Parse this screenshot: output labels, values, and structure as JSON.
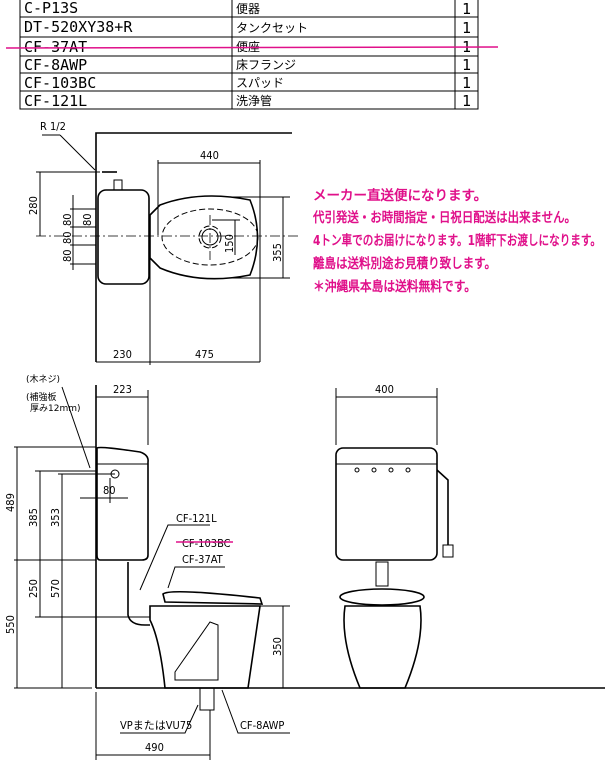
{
  "parts_table": {
    "rows": [
      {
        "code": "C-P13S",
        "name": "便器",
        "qty": "1"
      },
      {
        "code": "DT-520XY38+R",
        "name": "タンクセット",
        "qty": "1"
      },
      {
        "code": "CF-37AT",
        "name": "便座",
        "qty": "1",
        "struck": true
      },
      {
        "code": "CF-8AWP",
        "name": "床フランジ",
        "qty": "1"
      },
      {
        "code": "CF-103BC",
        "name": "スパッド",
        "qty": "1"
      },
      {
        "code": "CF-121L",
        "name": "洗浄管",
        "qty": "1"
      }
    ]
  },
  "notes": {
    "color": "#e0108a",
    "lines": [
      "メーカー直送便になります。",
      "代引発送・お時間指定・日祝日配送は出来ません。",
      "4トン車でのお届けになります。1階軒下お渡しになります。",
      "離島は送料別途お見積り致します。",
      "＊沖縄県本島は送料無料です。"
    ]
  },
  "plan_view": {
    "pipe_label": "R 1/2",
    "dims": {
      "width_440": "440",
      "depth_355": "355",
      "tank_280": "280",
      "spacing_a": "80",
      "spacing_b": "80",
      "spacing_c": "80",
      "spacing_d": "80",
      "hole_150": "150",
      "tank_230": "230",
      "bowl_475": "475"
    }
  },
  "side_view": {
    "screw_label": "(木ネジ)",
    "board_label_1": "(補強板",
    "board_label_2": "厚み12mm)",
    "dims": {
      "d223": "223",
      "d489": "489",
      "d385": "385",
      "d353": "353",
      "d80": "80",
      "d250": "250",
      "d570": "570",
      "d550": "550",
      "d350": "350",
      "d490": "490"
    },
    "labels": {
      "flush_pipe": "CF-121L",
      "spud": "CF-103BC",
      "seat": "CF-37AT",
      "drain": "VPまたはVU75",
      "flange": "CF-8AWP"
    }
  },
  "front_view": {
    "dims": {
      "d400": "400"
    }
  }
}
